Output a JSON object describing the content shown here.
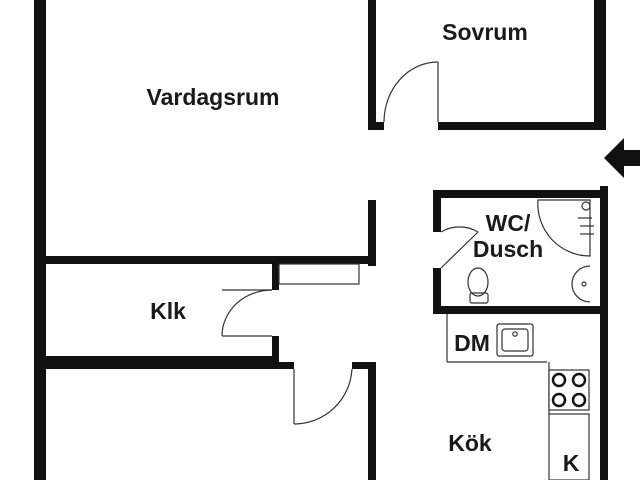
{
  "rooms": {
    "sovrum": "Sovrum",
    "vardagsrum": "Vardagsrum",
    "wc_line1": "WC/",
    "wc_line2": "Dusch",
    "klk": "Klk",
    "dm": "DM",
    "kok": "Kök",
    "k": "K"
  },
  "icons": {
    "entrance": "entrance-arrow-icon",
    "sink": "kitchen-sink-icon",
    "stove": "stove-icon",
    "toilet": "toilet-icon",
    "washbasin": "washbasin-icon",
    "shower": "shower-icon"
  },
  "colors": {
    "wall": "#111111",
    "fixture": "#333333",
    "background": "#ffffff"
  }
}
